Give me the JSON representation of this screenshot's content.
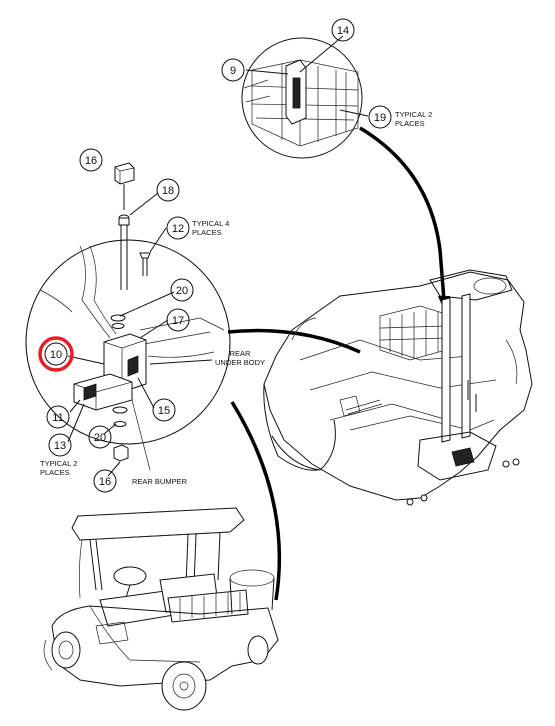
{
  "callouts": [
    {
      "id": "c14",
      "number": "14"
    },
    {
      "id": "c9",
      "number": "9"
    },
    {
      "id": "c19",
      "number": "19"
    },
    {
      "id": "c16top",
      "number": "16"
    },
    {
      "id": "c18",
      "number": "18"
    },
    {
      "id": "c12",
      "number": "12"
    },
    {
      "id": "c20top",
      "number": "20"
    },
    {
      "id": "c17",
      "number": "17"
    },
    {
      "id": "c10",
      "number": "10"
    },
    {
      "id": "c11",
      "number": "11"
    },
    {
      "id": "c15",
      "number": "15"
    },
    {
      "id": "c13",
      "number": "13"
    },
    {
      "id": "c20bot",
      "number": "20"
    },
    {
      "id": "c16bot",
      "number": "16"
    }
  ],
  "labels": {
    "typical2_top_line1": "TYPICAL 2",
    "typical2_top_line2": "PLACES",
    "typical4_line1": "TYPICAL 4",
    "typical4_line2": "PLACES",
    "rear_underbody_line1": "REAR",
    "rear_underbody_line2": "UNDER BODY",
    "typical2_left_line1": "TYPICAL 2",
    "typical2_left_line2": "PLACES",
    "rear_bumper": "REAR BUMPER"
  },
  "highlight": {
    "callout": "10",
    "color": "#e31e24"
  }
}
